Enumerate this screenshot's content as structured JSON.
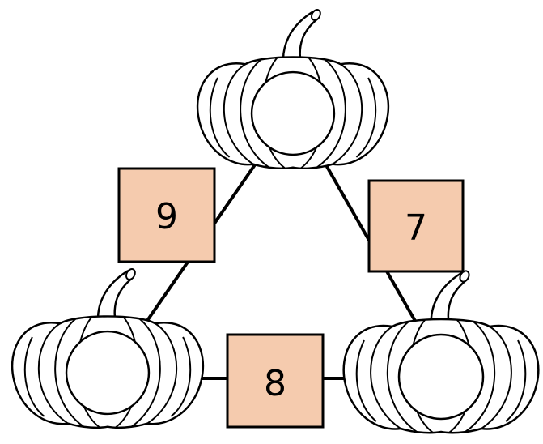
{
  "puzzle": {
    "edge_numbers": {
      "left": "9",
      "right": "7",
      "bottom": "8"
    },
    "pumpkins": [
      {
        "id": "top",
        "circle_value": ""
      },
      {
        "id": "bottom-left",
        "circle_value": ""
      },
      {
        "id": "bottom-right",
        "circle_value": ""
      }
    ]
  },
  "colors": {
    "box_fill": "#f5cbae",
    "outline": "#000000",
    "pumpkin_fill": "#ffffff"
  },
  "icons": [
    "pumpkin-icon"
  ]
}
